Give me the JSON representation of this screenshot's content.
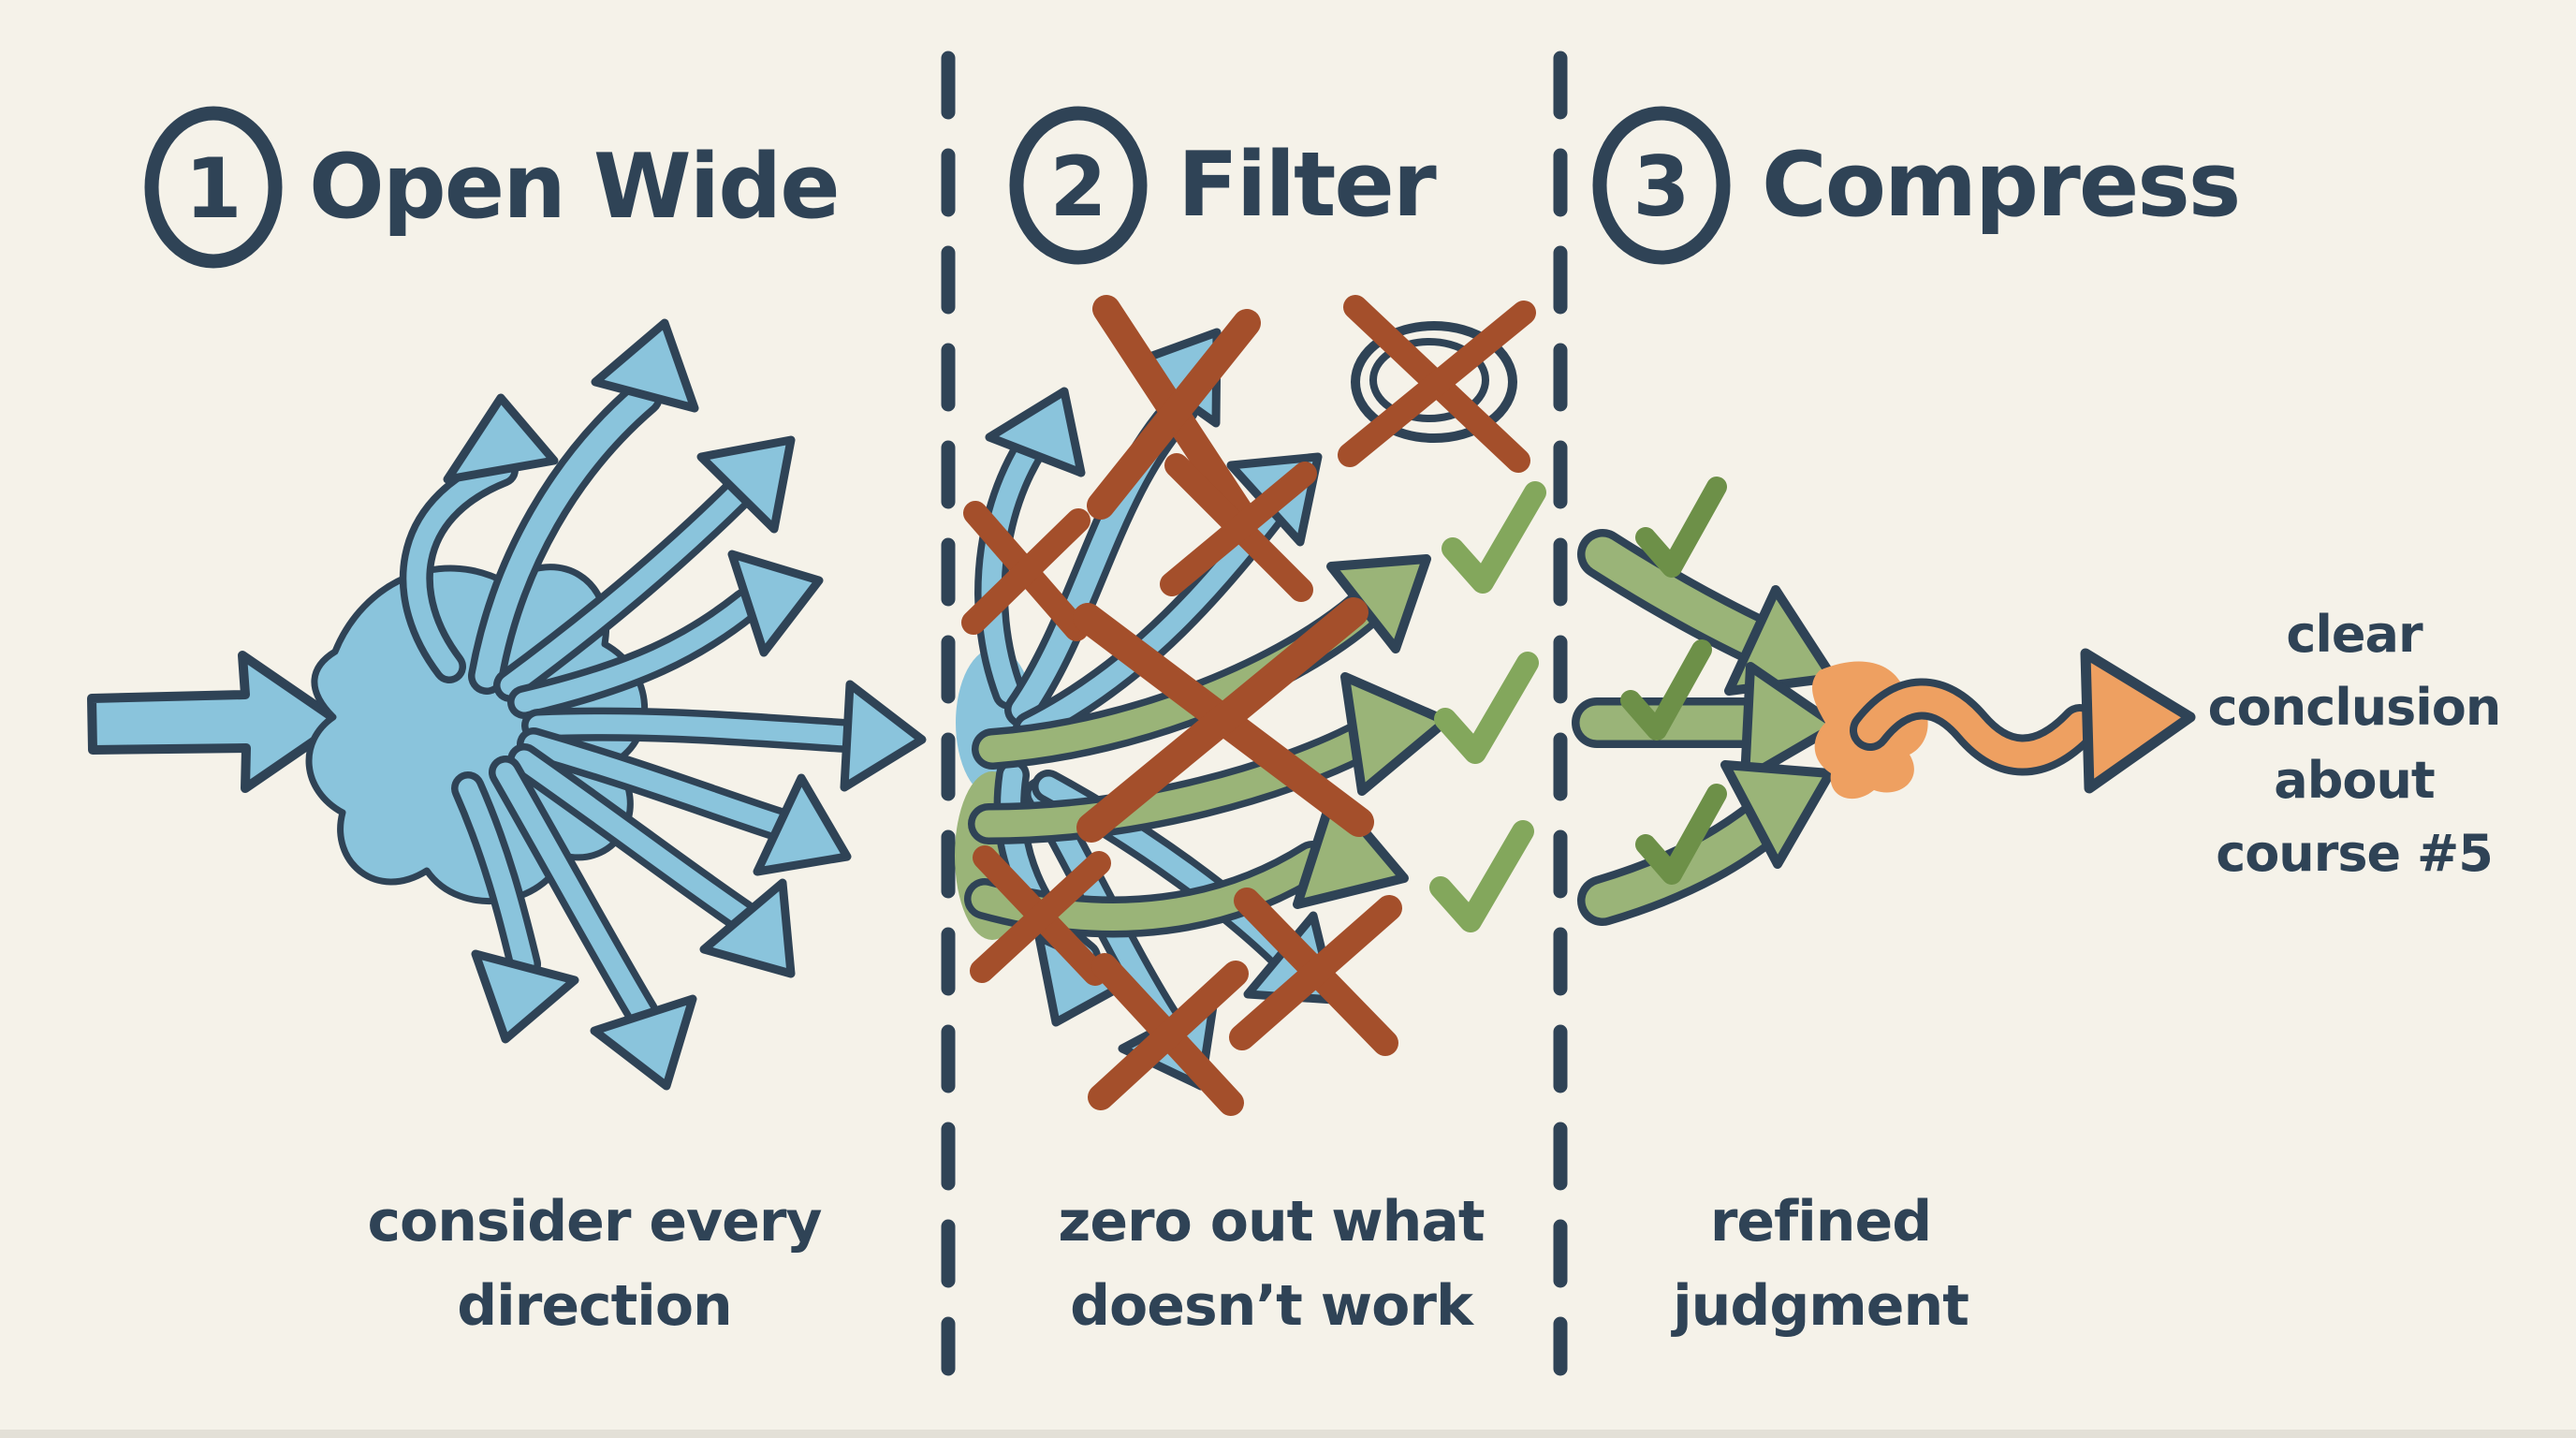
{
  "diagram": {
    "title_note": "three-step sketch: diverge, filter, converge",
    "panels": [
      {
        "number": "1",
        "title": "Open Wide",
        "caption": [
          "consider every",
          "direction"
        ]
      },
      {
        "number": "2",
        "title": "Filter",
        "caption": [
          "zero out what",
          "doesn’t work"
        ]
      },
      {
        "number": "3",
        "title": "Compress",
        "caption": [
          "refined",
          "judgment"
        ]
      }
    ],
    "conclusion": [
      "clear",
      "conclusion",
      "about",
      "course #5"
    ],
    "colors": {
      "background": "#f5f2e9",
      "ink": "#2f4356",
      "explore_blue": "#8ac4dc",
      "keep_green": "#9ab478",
      "check_green": "#83a75c",
      "check_green_dark": "#6d9048",
      "reject_red": "#a44f2b",
      "result_orange": "#eea061"
    }
  }
}
